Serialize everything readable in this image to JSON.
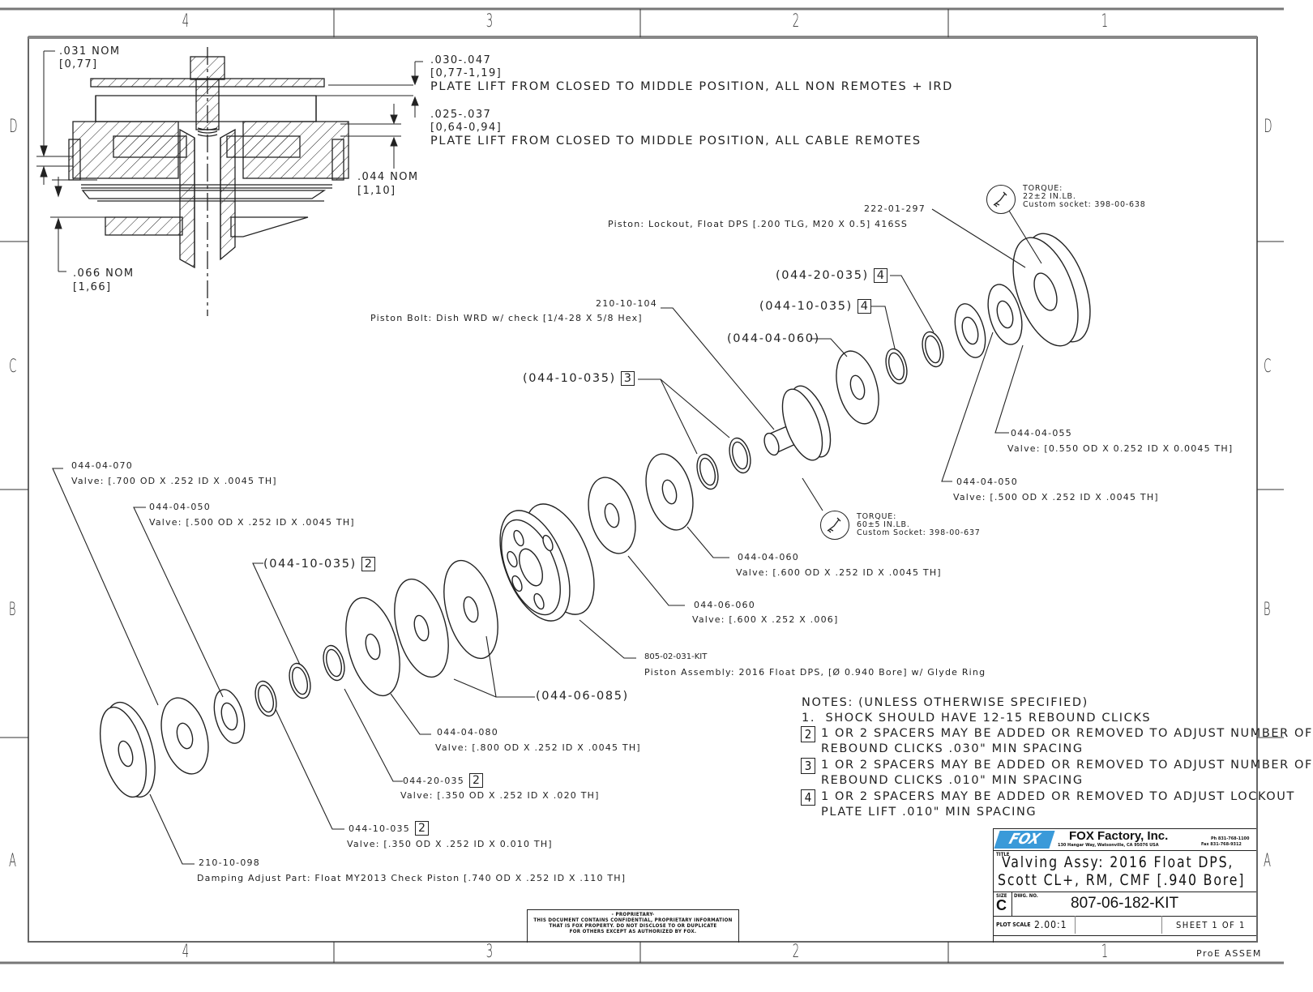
{
  "border": {
    "zones_top": [
      "4",
      "3",
      "2",
      "1"
    ],
    "zones_bottom": [
      "4",
      "3",
      "2",
      "1"
    ],
    "zones_left": [
      "D",
      "C",
      "B",
      "A"
    ],
    "zones_right": [
      "D",
      "C",
      "B",
      "A"
    ]
  },
  "section_view": {
    "dim_031": {
      "value": ".031  NOM",
      "metric": "[0,77]"
    },
    "dim_044": {
      "value": ".044  NOM",
      "metric": "[1,10]"
    },
    "dim_066": {
      "value": ".066  NOM",
      "metric": "[1,66]"
    },
    "plate_lift_non_remote": {
      "value": ".030-.047",
      "metric": "[0,77-1,19]",
      "desc": "PLATE LIFT FROM CLOSED TO MIDDLE POSITION, ALL NON REMOTES + IRD"
    },
    "plate_lift_cable": {
      "value": ".025-.037",
      "metric": "[0,64-0,94]",
      "desc": "PLATE LIFT FROM CLOSED TO MIDDLE POSITION, ALL CABLE REMOTES"
    }
  },
  "callouts": {
    "c222": {
      "part": "222-01-297",
      "desc": "Piston: Lockout, Float DPS [.200 TLG, M20 X 0.5] 416SS"
    },
    "torque_top": {
      "label": "TORQUE:",
      "value": "22±2 IN.LB.",
      "socket": "Custom socket: 398-00-638",
      "icon": "wrench-hand-icon"
    },
    "c044_20_035_4": {
      "part": "(044-20-035)",
      "note": "4"
    },
    "c044_10_035_4": {
      "part": "(044-10-035)",
      "note": "4"
    },
    "c044_04_060_ref": {
      "part": "(044-04-060)"
    },
    "c210_10_104": {
      "part": "210-10-104",
      "desc": "Piston Bolt: Dish WRD w/ check [1/4-28 X 5/8 Hex]"
    },
    "c044_10_035_3": {
      "part": "(044-10-035)",
      "note": "3"
    },
    "c044_04_055": {
      "part": "044-04-055",
      "desc": "Valve: [0.550 OD X 0.252 ID X 0.0045 TH]"
    },
    "c044_04_050_right": {
      "part": "044-04-050",
      "desc": "Valve: [.500 OD X .252 ID X .0045 TH]"
    },
    "torque_mid": {
      "label": "TORQUE:",
      "value": "60±5 IN.LB.",
      "socket": "Custom Socket: 398-00-637",
      "icon": "wrench-hand-icon"
    },
    "c044_04_060": {
      "part": "044-04-060",
      "desc": "Valve: [.600 OD X .252 ID X .0045 TH]"
    },
    "c044_06_060": {
      "part": "044-06-060",
      "desc": "Valve: [.600 X .252 X .006]"
    },
    "c805": {
      "part": "805-02-031-KIT",
      "desc": "Piston Assembly: 2016 Float DPS, [Ø 0.940 Bore] w/ Glyde Ring"
    },
    "c044_06_085": {
      "part": "(044-06-085)"
    },
    "c044_04_070": {
      "part": "044-04-070",
      "desc": "Valve: [.700 OD X .252 ID X .0045 TH]"
    },
    "c044_04_050_left": {
      "part": "044-04-050",
      "desc": "Valve: [.500 OD X .252 ID X .0045 TH]"
    },
    "c044_10_035_2": {
      "part": "(044-10-035)",
      "note": "2"
    },
    "c044_04_080": {
      "part": "044-04-080",
      "desc": "Valve: [.800 OD X .252 ID X .0045 TH]"
    },
    "c044_20_035_2": {
      "part": "044-20-035",
      "note": "2",
      "desc": "Valve: [.350 OD X .252 ID X .020 TH]"
    },
    "c044_10_035_2b": {
      "part": "044-10-035",
      "note": "2",
      "desc": "Valve: [.350 OD X .252 ID X 0.010 TH]"
    },
    "c210_10_098": {
      "part": "210-10-098",
      "desc": "Damping Adjust Part: Float MY2013 Check Piston [.740 OD X .252 ID X .110 TH]"
    }
  },
  "notes": {
    "header": "NOTES: (UNLESS OTHERWISE SPECIFIED)",
    "n1_num": "1.",
    "n1": "SHOCK SHOULD HAVE 12-15 REBOUND CLICKS",
    "n2_num": "2",
    "n2a": "1 OR 2 SPACERS MAY BE ADDED OR REMOVED TO ADJUST NUMBER OF",
    "n2b": "REBOUND CLICKS .030\" MIN SPACING",
    "n3_num": "3",
    "n3a": "1 OR 2 SPACERS MAY BE ADDED OR REMOVED TO ADJUST NUMBER OF",
    "n3b": "REBOUND CLICKS .010\" MIN SPACING",
    "n4_num": "4",
    "n4a": "1 OR 2 SPACERS MAY BE ADDED OR REMOVED TO ADJUST LOCKOUT",
    "n4b": "PLATE LIFT .010\" MIN SPACING"
  },
  "proprietary": {
    "l1": "- PROPRIETARY-",
    "l2": "THIS DOCUMENT CONTAINS CONFIDENTIAL, PROPRIETARY INFORMATION",
    "l3": "THAT IS FOX PROPERTY.  DO NOT DISCLOSE TO OR DUPLICATE",
    "l4": "FOR OTHERS EXCEPT AS AUTHORIZED BY FOX."
  },
  "title_block": {
    "logo_text": "FOX",
    "company": "FOX Factory, Inc.",
    "address": "130 Hangar Way, Watsonville, CA 95076 USA",
    "phone": "Ph 831-768-1100",
    "fax": "Fax 831-768-9312",
    "title_label": "TITLE",
    "title_line1": "Valving Assy: 2016 Float DPS,",
    "title_line2": "Scott CL+, RM, CMF [.940 Bore]",
    "size_label": "SIZE",
    "size": "C",
    "dwg_label": "DWG. NO.",
    "dwg_no": "807-06-182-KIT",
    "plot_scale_label": "PLOT SCALE",
    "plot_scale": "2.00:1",
    "sheet": "SHEET 1 OF 1",
    "cad": "ProE ASSEM"
  },
  "colors": {
    "ink": "#222222",
    "frame": "#7a7a7a",
    "logo": "#3a9ad9"
  }
}
